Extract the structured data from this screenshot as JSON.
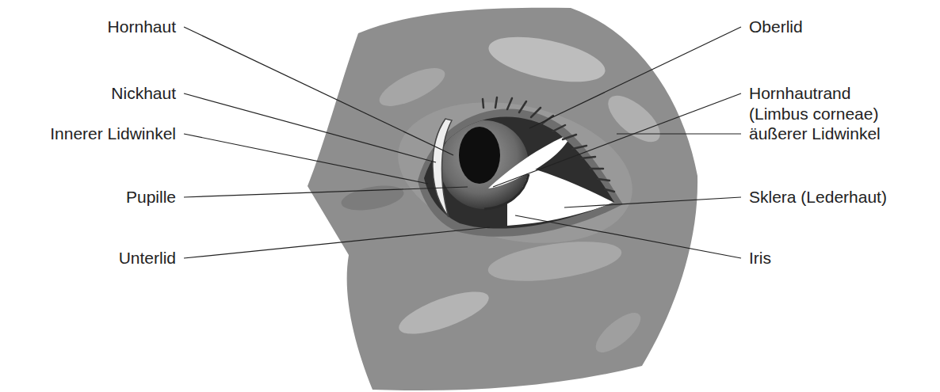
{
  "diagram": {
    "labels": [
      "Hornhaut",
      "Oberlid",
      "Nickhaut",
      "Hornhautrand (Limbus corneae)",
      "Innerer Lidwinkel",
      "äußerer Lidwinkel",
      "Pupille",
      "Sklera (Lederhaut)",
      "Unterlid",
      "Iris"
    ]
  }
}
